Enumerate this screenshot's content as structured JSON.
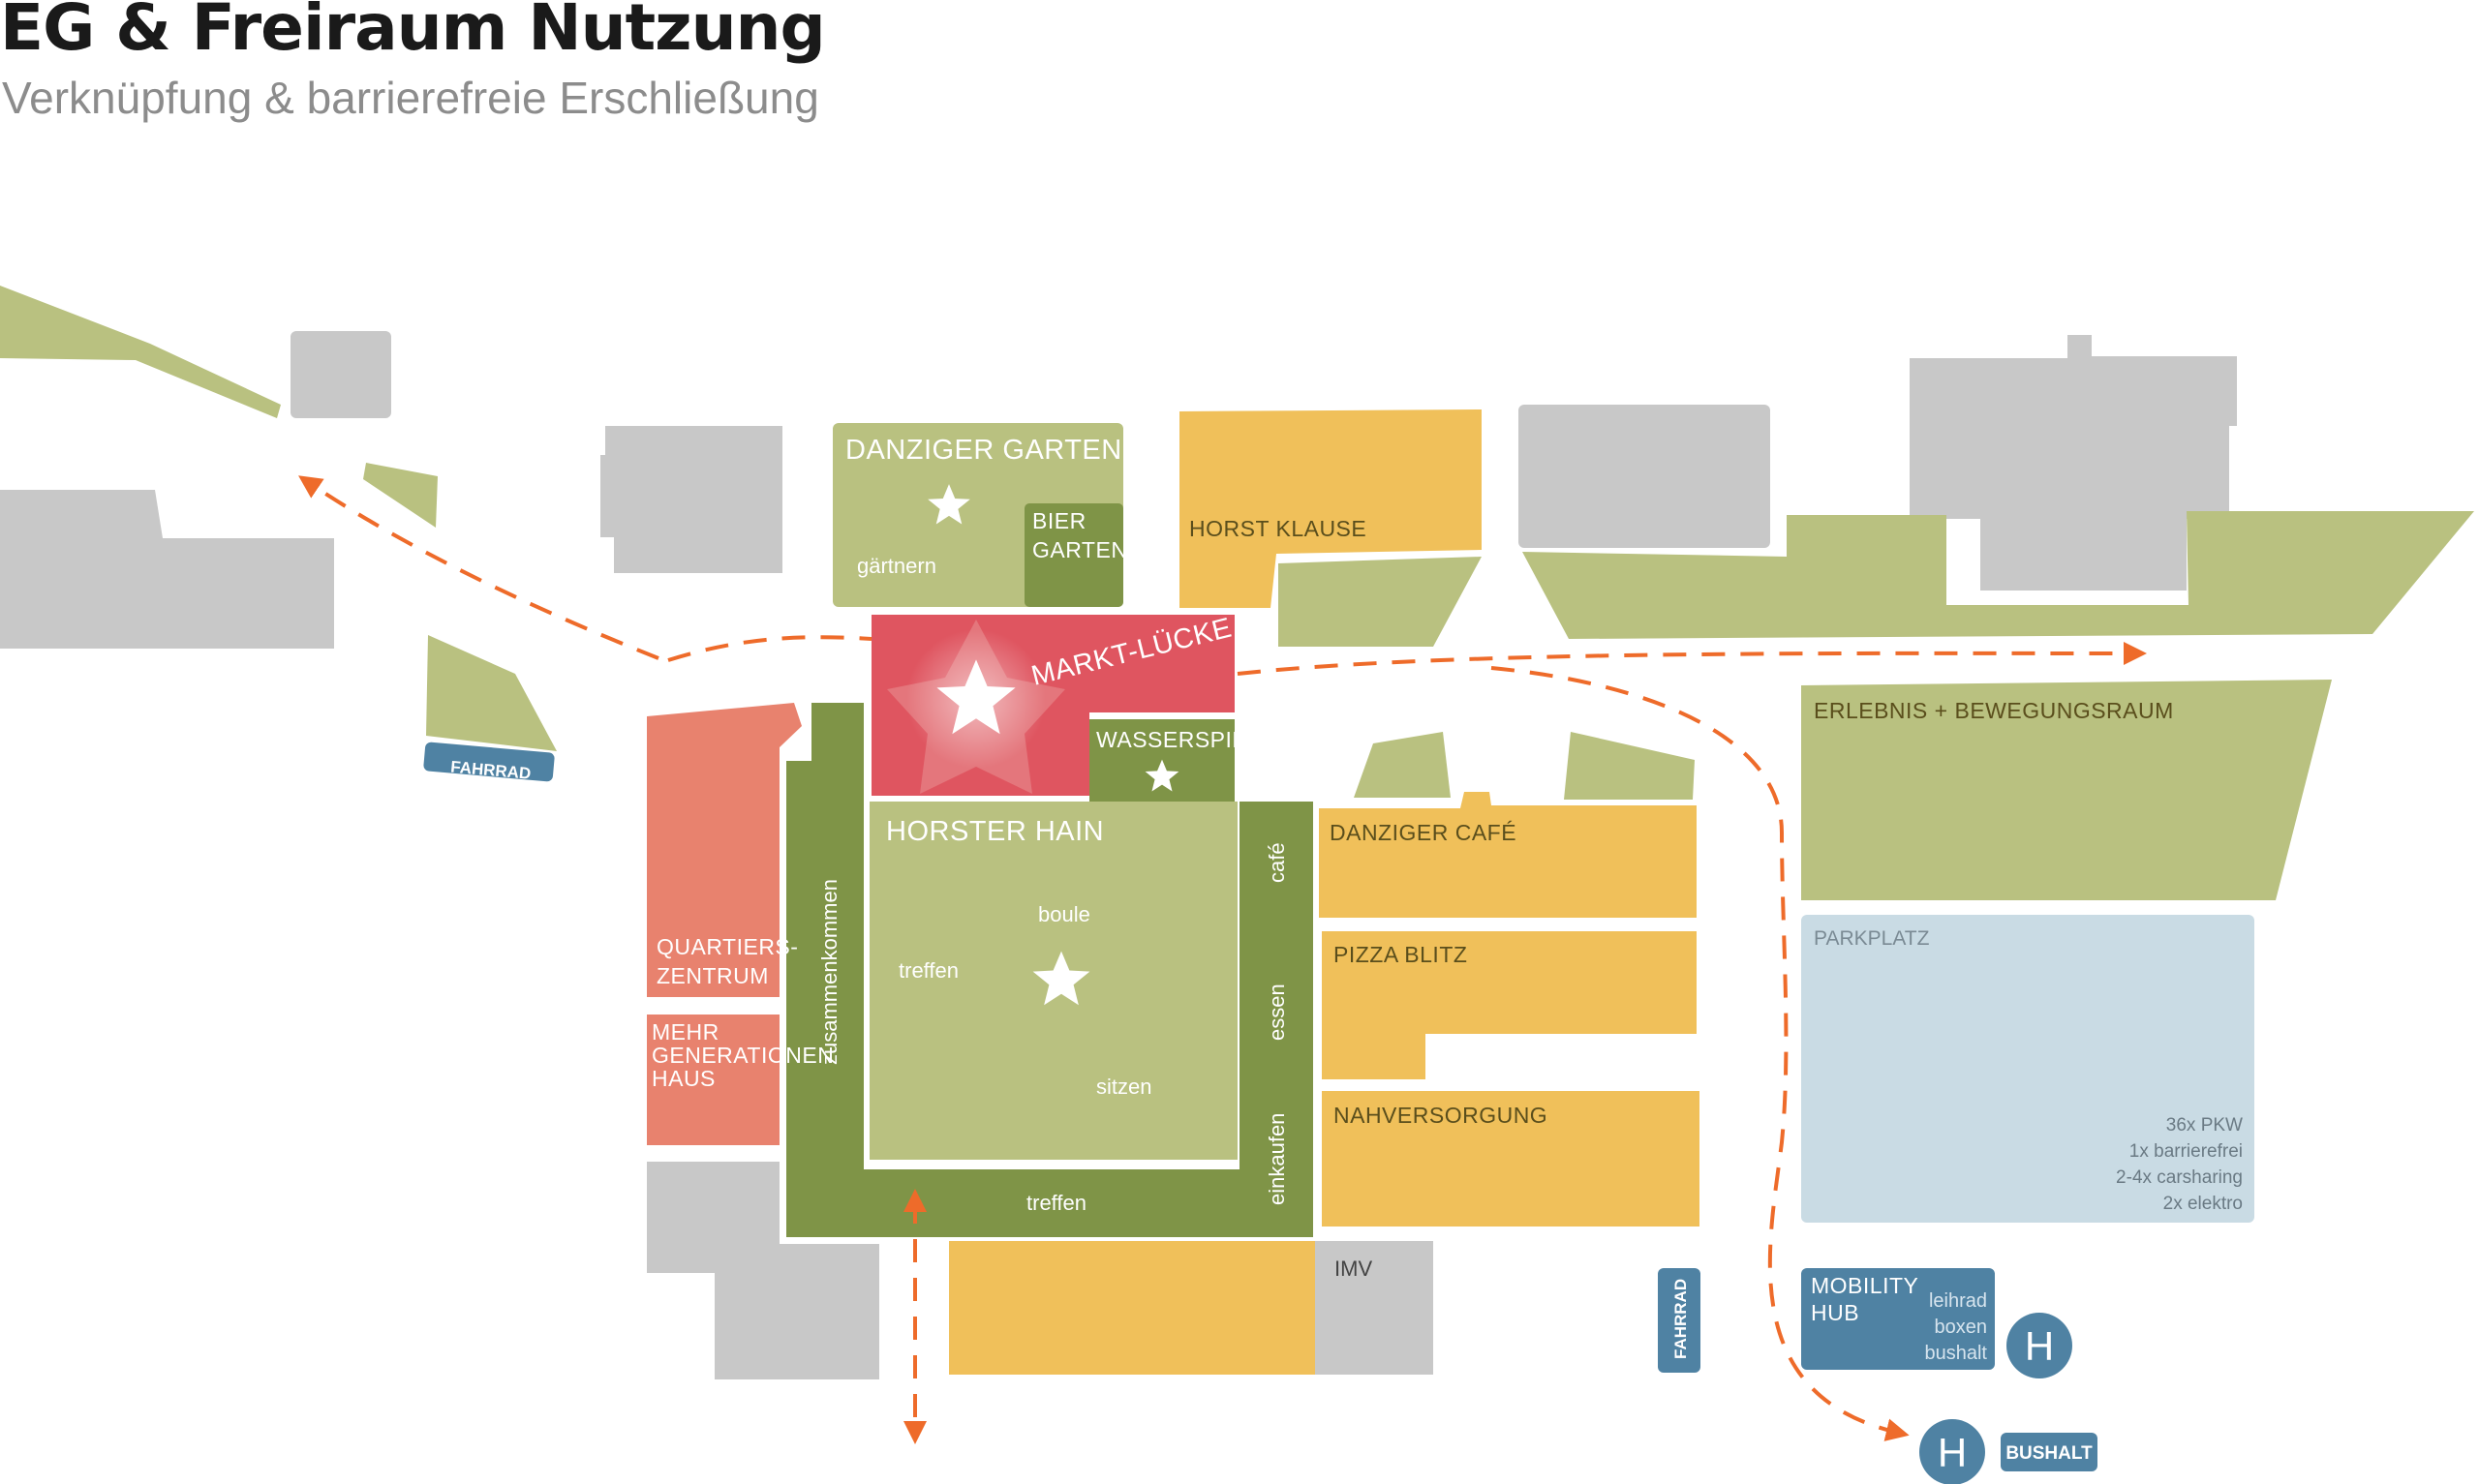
{
  "header": {
    "title": "EG & Freiraum Nutzung",
    "subtitle": "Verknüpfung & barrierefreie Erschließung"
  },
  "colors": {
    "building_gray": "#c8c8c8",
    "green_light": "#b9c180",
    "green_dark": "#7f9447",
    "orange_yellow": "#f0c05a",
    "salmon": "#e8826e",
    "red": "#df5560",
    "parking_blue": "#c9dbe4",
    "steel_blue": "#4f82a3",
    "route_orange": "#ee6b2a"
  },
  "labels": {
    "danziger_garten": "DANZIGER GARTEN",
    "gaertnern": "gärtnern",
    "bier": "BIER",
    "garten": "GARTEN",
    "horst_klause": "HORST KLAUSE",
    "markt_luecke": "MARKT-LÜCKE",
    "wasserspiel": "WASSERSPIEL",
    "horster_hain": "HORSTER HAIN",
    "boule": "boule",
    "treffen": "treffen",
    "sitzen": "sitzen",
    "zusammenkommen": "zusammenkommen",
    "treffen_bottom": "treffen",
    "cafe": "café",
    "essen": "essen",
    "einkaufen": "einkaufen",
    "danziger_cafe": "DANZIGER CAFÉ",
    "pizza_blitz": "PIZZA BLITZ",
    "nahversorgung": "NAHVERSORGUNG",
    "imv": "IMV",
    "quartiers": "QUARTIERS-",
    "zentrum": "ZENTRUM",
    "mehr": "MEHR",
    "generationen": "GENERATIONEN",
    "haus": "HAUS",
    "fahrrad_left": "FAHRRAD",
    "fahrrad_right": "FAHRRAD",
    "erlebnis": "ERLEBNIS + BEWEGUNGSRAUM",
    "parkplatz": "PARKPLATZ",
    "pkw": "36x PKW",
    "barrierefrei": "1x barrierefrei",
    "carsharing": "2-4x carsharing",
    "elektro": "2x elektro",
    "mobility": "MOBILITY",
    "hub": "HUB",
    "leihrad": "leihrad",
    "boxen": "boxen",
    "bushalt_small": "bushalt",
    "h_top": "H",
    "h_bottom": "H",
    "bushalt": "BUSHALT"
  }
}
